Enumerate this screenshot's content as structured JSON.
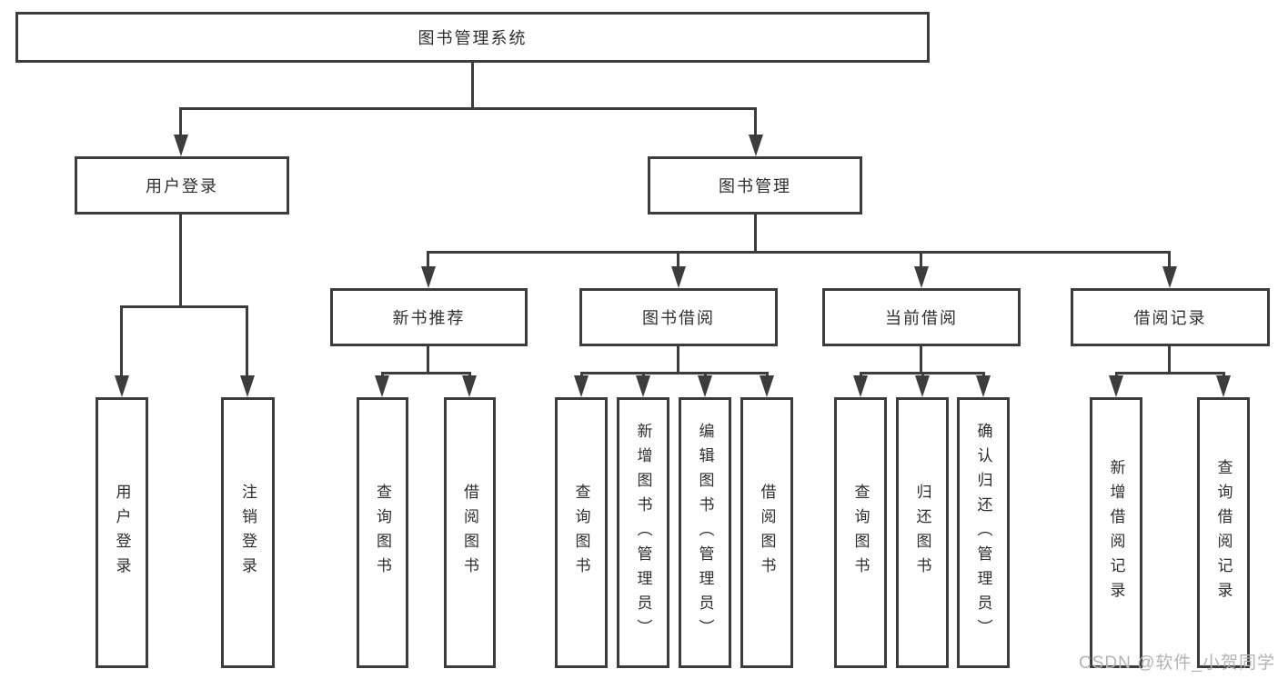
{
  "colors": {
    "line": "#3c3c3c",
    "box_border": "#3c3c3c",
    "box_background": "#ffffff",
    "text": "#2e2e2e",
    "watermark": "#b3b3b3"
  },
  "tree": {
    "label": "图书管理系统",
    "children": [
      {
        "label": "用户登录",
        "children": [
          {
            "label": "用户登录"
          },
          {
            "label": "注销登录"
          }
        ]
      },
      {
        "label": "图书管理",
        "children": [
          {
            "label": "新书推荐",
            "children": [
              {
                "label": "查询图书"
              },
              {
                "label": "借阅图书"
              }
            ]
          },
          {
            "label": "图书借阅",
            "children": [
              {
                "label": "查询图书"
              },
              {
                "label": "新增图书（管理员）"
              },
              {
                "label": "编辑图书（管理员）"
              },
              {
                "label": "借阅图书"
              }
            ]
          },
          {
            "label": "当前借阅",
            "children": [
              {
                "label": "查询图书"
              },
              {
                "label": "归还图书"
              },
              {
                "label": "确认归还（管理员）"
              }
            ]
          },
          {
            "label": "借阅记录",
            "children": [
              {
                "label": "新增借阅记录"
              },
              {
                "label": "查询借阅记录"
              }
            ]
          }
        ]
      }
    ]
  },
  "watermark": {
    "text": "CSDN @软件_小贺同学"
  }
}
